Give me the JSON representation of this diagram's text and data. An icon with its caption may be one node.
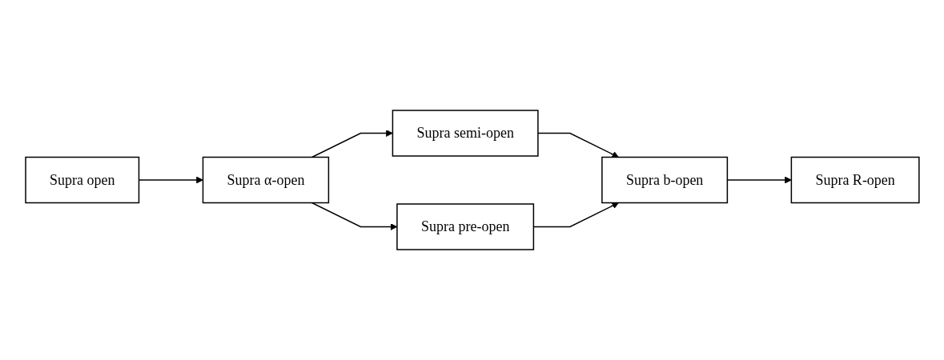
{
  "diagram": {
    "nodes": [
      {
        "text": [
          "Supra open"
        ]
      },
      {
        "text": [
          "Supra α-open"
        ]
      },
      {
        "text": [
          "Supra semi-open"
        ]
      },
      {
        "text": [
          "Supra pre-open"
        ]
      },
      {
        "text": [
          "Supra b-open"
        ]
      },
      {
        "text": [
          "Supra R-open"
        ]
      }
    ],
    "edges": [
      {
        "from": 0,
        "to": 1,
        "arrow": "to"
      },
      {
        "from": 1,
        "to": 2,
        "arrow": "to"
      },
      {
        "from": 1,
        "to": 3,
        "arrow": "to"
      },
      {
        "from": 2,
        "to": 4,
        "arrow": "to"
      },
      {
        "from": 3,
        "to": 4,
        "arrow": "to"
      },
      {
        "from": 4,
        "to": 5,
        "arrow": "to"
      }
    ]
  }
}
